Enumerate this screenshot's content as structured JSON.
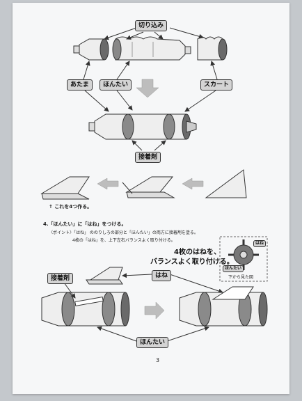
{
  "labels": {
    "cut": "切り込み",
    "head": "あたま",
    "body": "ほんたい",
    "skirt": "スカート",
    "glue_top": "接着剤",
    "glue_bottom": "接着剤",
    "fin": "はね",
    "fin_small": "はね",
    "body_small": "ほんたい",
    "body_bottom": "ほんたい"
  },
  "text": {
    "make_four": "↑ これを4つ作る。",
    "step4_title": "4.「ほんたい」に「はね」をつける。",
    "step4_point": "〈ポイント〉「はね」 ののりしろの部分と「ほんたい」の両方に接着剤を塗る。",
    "step4_balance": "4枚の「はね」を、上下左右バランスよく取り付ける。",
    "callout_line1": "4枚のはねを、",
    "callout_line2": "バランスよく取り付ける。",
    "inset_caption": "下から見た図",
    "page_number": "3"
  },
  "colors": {
    "paper": "#f6f7f8",
    "background": "#c4c8cc",
    "arrow_gray": "#bdbdbd",
    "label_fill": "#d4d4d4"
  }
}
